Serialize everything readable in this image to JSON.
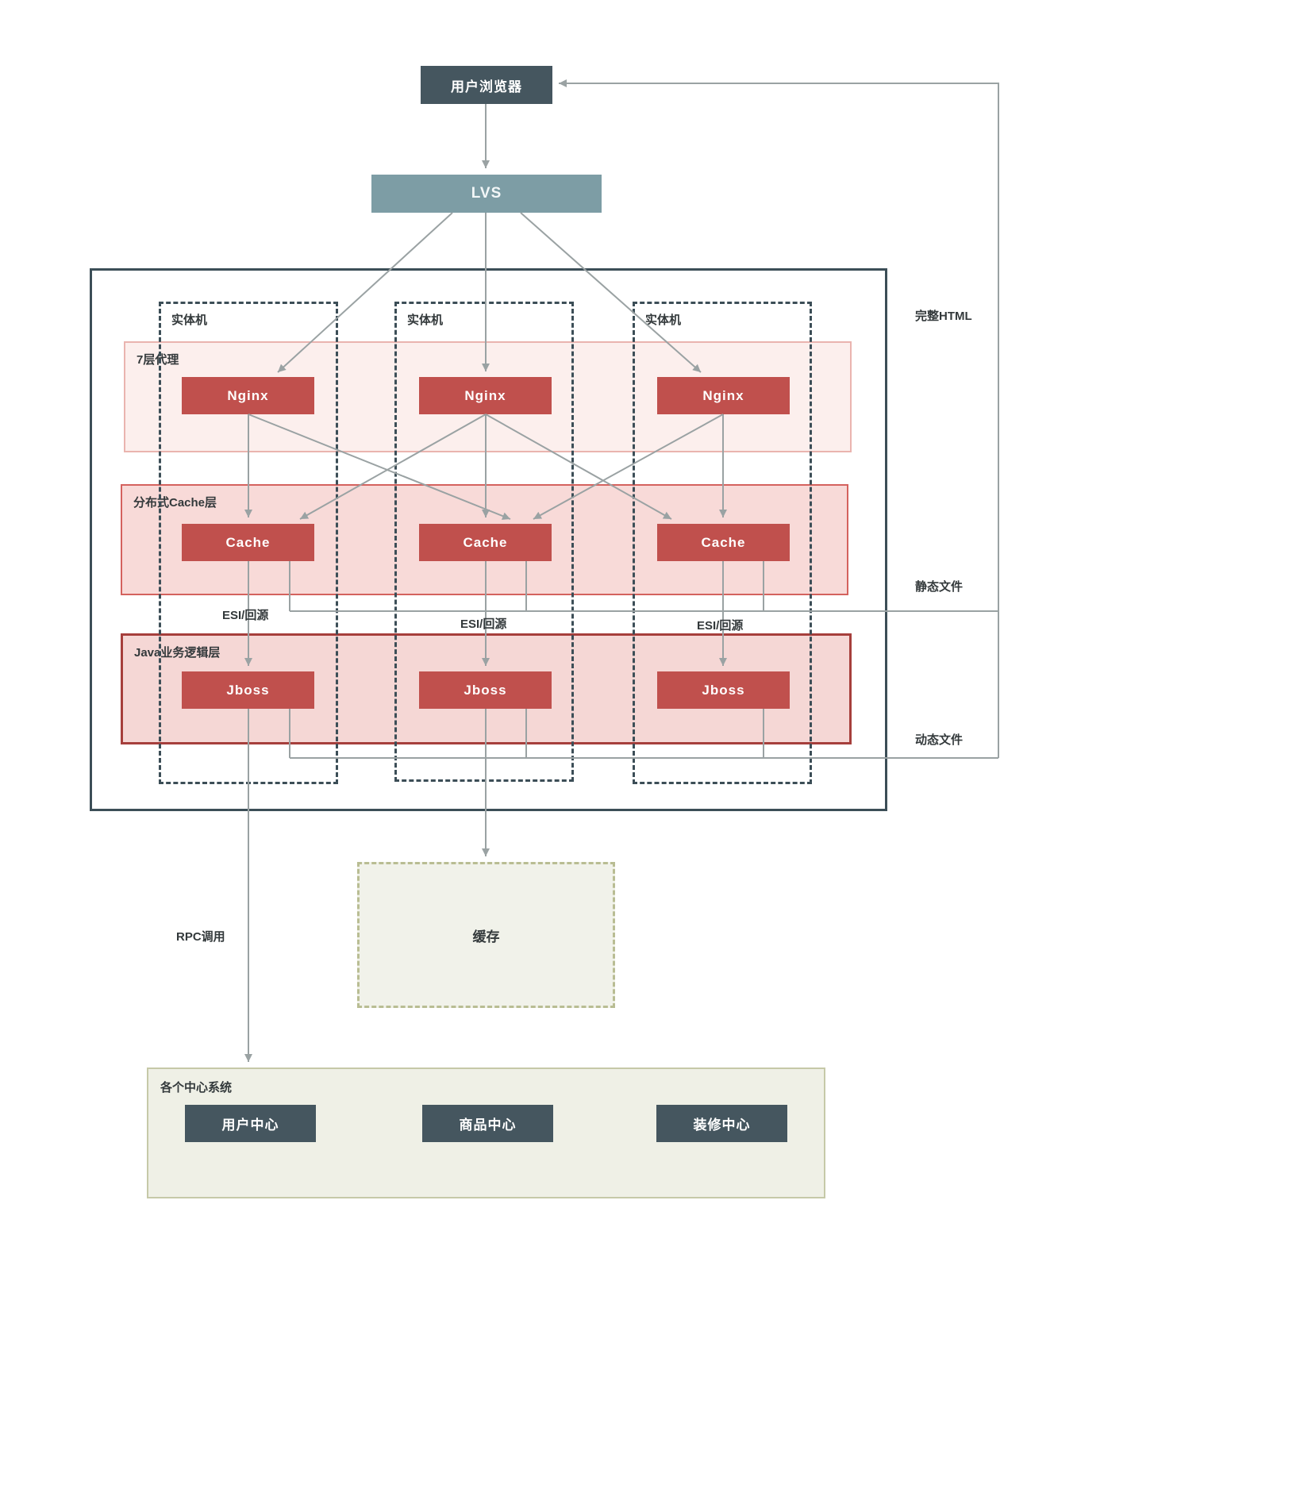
{
  "diagram": {
    "browser_label": "用户浏览器",
    "lvs_label": "LVS",
    "machine_label": "实体机",
    "layers": {
      "proxy": {
        "label": "7层代理",
        "node_label": "Nginx"
      },
      "cache": {
        "label": "分布式Cache层",
        "node_label": "Cache"
      },
      "java": {
        "label": "Java业务逻辑层",
        "node_label": "Jboss"
      }
    },
    "esi_label": "ESI/回源",
    "side_labels": {
      "full_html": "完整HTML",
      "static_files": "静态文件",
      "dynamic_files": "动态文件"
    },
    "rpc_label": "RPC调用",
    "cache_store_label": "缓存",
    "centers": {
      "label": "各个中心系统",
      "items": [
        "用户中心",
        "商品中心",
        "装修中心"
      ]
    },
    "colors": {
      "dark_node": "#45565f",
      "lvs_node": "#7d9da5",
      "red_node": "#c0504d",
      "outer_border": "#3c4e57",
      "proxy_band_fill": "#fcefed",
      "cache_band_fill": "#f8dad8",
      "java_band_fill": "#f5d7d5",
      "java_band_border": "#a63f3c",
      "connector": "#9aa2a3",
      "store_fill": "#f1f2ea",
      "centers_fill": "#eff0e6"
    }
  }
}
